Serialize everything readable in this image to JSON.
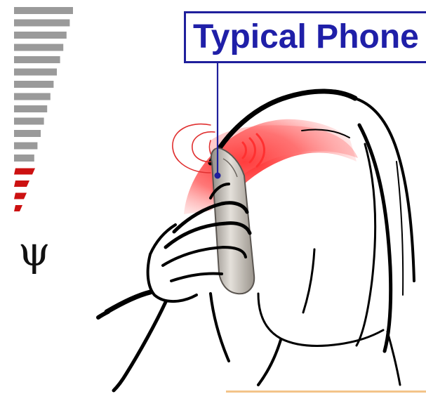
{
  "label": {
    "text": "Typical Phone"
  },
  "symbol": {
    "text": "ψ"
  },
  "colors": {
    "label_text": "#1f1fa8",
    "label_border": "#1f1f9c",
    "pointer_line": "#1f1f9c",
    "scale_gray": "#9a9a9a",
    "scale_red": "#cc1111",
    "heat_red": "#ff2020",
    "line_art": "#000000"
  },
  "scale": {
    "gray_bar_count": 13,
    "red_bar_count": 4
  },
  "icons": [
    "phone-icon",
    "radiation-waves-icon"
  ]
}
